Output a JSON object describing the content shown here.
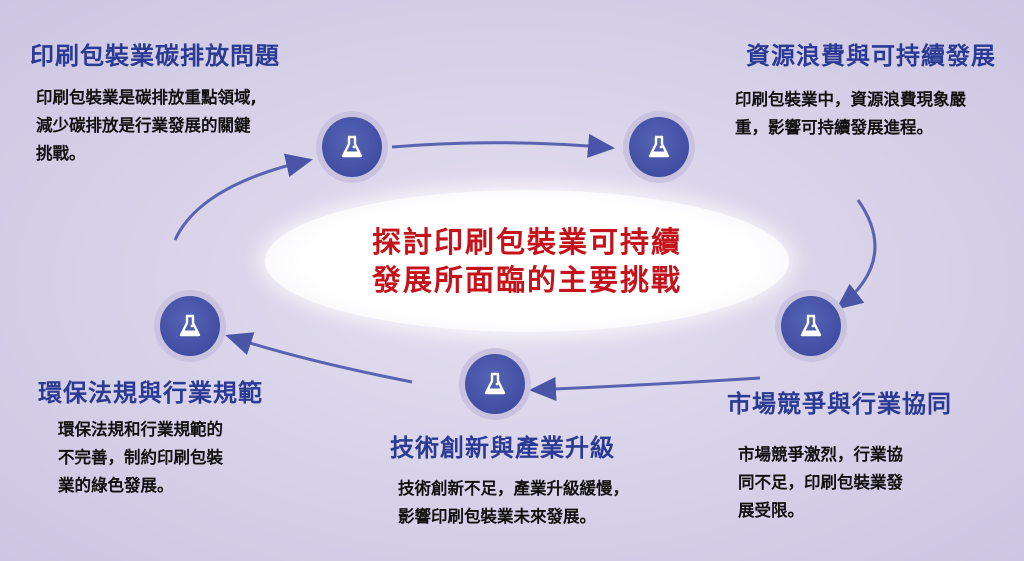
{
  "center": {
    "lines": [
      "探討印刷包裝業可持續",
      "發展所面臨的主要挑戰"
    ]
  },
  "items": [
    {
      "title": "印刷包裝業碳排放問題",
      "body": [
        "印刷包裝業是碳排放重點領域,",
        "減少碳排放是行業發展的關鍵",
        "挑戰。"
      ],
      "icon": "flask-icon"
    },
    {
      "title": "資源浪費與可持續發展",
      "body": [
        "印刷包裝業中，資源浪費現象嚴",
        "重，影響可持續發展進程。"
      ],
      "icon": "flask-icon"
    },
    {
      "title": "市場競爭與行業協同",
      "body": [
        "市場競爭激烈，行業協",
        "同不足，印刷包裝業發",
        "展受限。"
      ],
      "icon": "flask-icon"
    },
    {
      "title": "技術創新與產業升級",
      "body": [
        "技術創新不足，產業升級緩慢，",
        "影響印刷包裝業未來發展。"
      ],
      "icon": "flask-icon"
    },
    {
      "title": "環保法規與行業規範",
      "body": [
        "環保法規和行業規範的",
        "不完善，制約印刷包裝",
        "業的綠色發展。"
      ],
      "icon": "flask-icon"
    }
  ],
  "colors": {
    "title": "#2b3a92",
    "center_text": "#c4131b",
    "node": "#3d489c",
    "background": "#d6d0e8"
  }
}
